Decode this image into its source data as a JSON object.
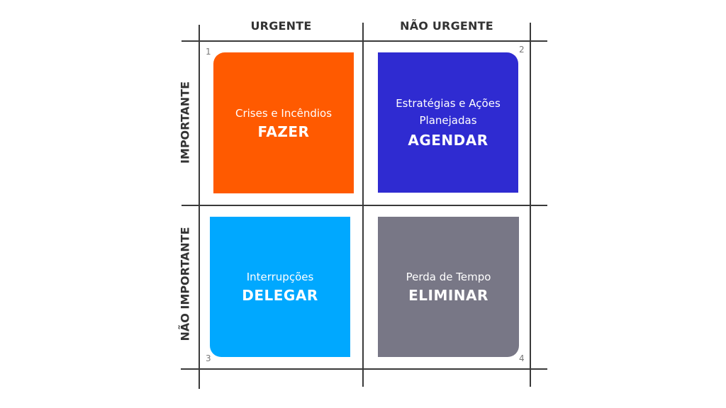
{
  "columns": [
    "URGENTE",
    "NÃO URGENTE"
  ],
  "rows": [
    "IMPORTANTE",
    "NÃO IMPORTANTE"
  ],
  "quadrants": [
    {
      "number": "1",
      "subtitle": "Crises e Incêndios",
      "action": "FAZER",
      "color": "#FF5A00"
    },
    {
      "number": "2",
      "subtitle_line1": "Estratégias e Ações",
      "subtitle_line2": "Planejadas",
      "action": "AGENDAR",
      "color": "#2F2BD1"
    },
    {
      "number": "3",
      "subtitle": "Interrupções",
      "action": "DELEGAR",
      "color": "#00A8FF"
    },
    {
      "number": "4",
      "subtitle": "Perda de Tempo",
      "action": "ELIMINAR",
      "color": "#787786"
    }
  ]
}
